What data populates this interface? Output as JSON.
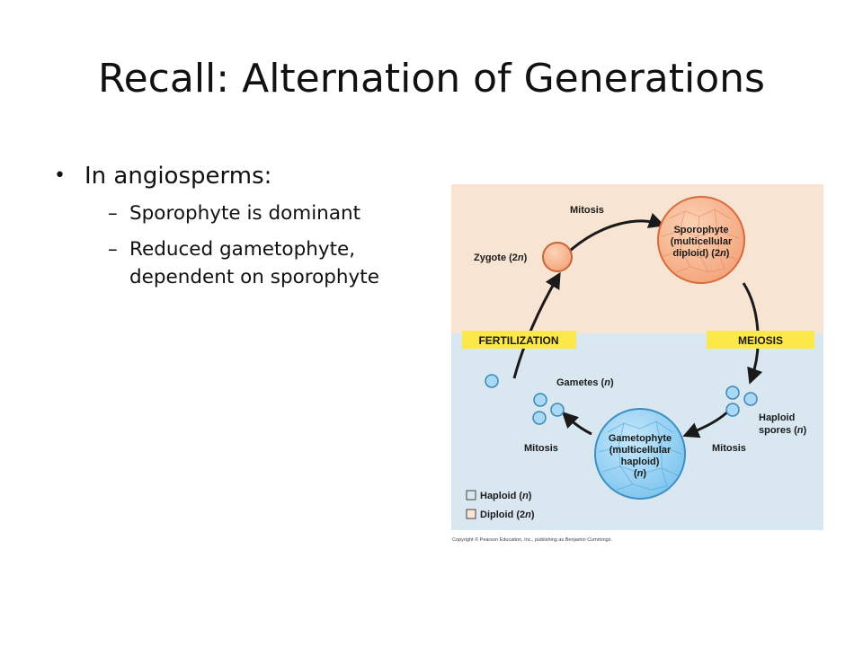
{
  "slide": {
    "title": "Recall: Alternation of Generations",
    "bullet": "In angiosperms:",
    "sub_bullets": [
      "Sporophyte is dominant",
      "Reduced gametophyte, dependent on sporophyte"
    ]
  },
  "diagram": {
    "labels": {
      "mitosis_top": "Mitosis",
      "zygote": "Zygote (2",
      "sporophyte_line1": "Sporophyte",
      "sporophyte_line2": "(multicellular",
      "sporophyte_line3": "diploid) (2",
      "fertilization": "FERTILIZATION",
      "meiosis": "MEIOSIS",
      "gametes": "Gametes (",
      "haploid_spores_line1": "Haploid",
      "haploid_spores_line2": "spores (",
      "mitosis_left": "Mitosis",
      "mitosis_right": "Mitosis",
      "gametophyte_line1": "Gametophyte",
      "gametophyte_line2": "(multicellular",
      "gametophyte_line3": "haploid)",
      "gametophyte_line4": "(",
      "legend_haploid": "Haploid (",
      "legend_diploid": "Diploid (2",
      "n": "n",
      "close_paren": ")",
      "copyright": "Copyright © Pearson Education, Inc., publishing as Benjamin Cummings."
    },
    "colors": {
      "diploid_bg": "#f8e4d2",
      "haploid_bg": "#d9e7f1",
      "sporophyte_fill": "#f4a47a",
      "gametophyte_fill": "#7cc4ee",
      "label_bar": "#fde84a"
    }
  }
}
